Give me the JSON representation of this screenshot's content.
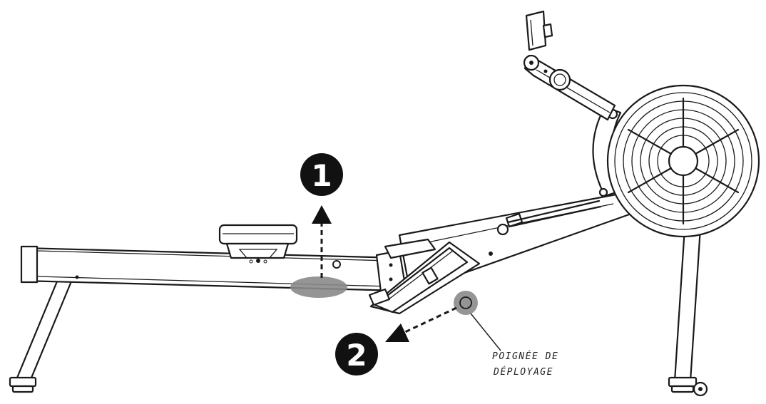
{
  "steps": [
    {
      "number": "1"
    },
    {
      "number": "2"
    }
  ],
  "callout": {
    "line1": "POIGNÉE DE",
    "line2": "DÉPLOYAGE"
  },
  "colors": {
    "highlight": "#8a8a8a",
    "outline": "#1a1a1a",
    "badge": "#111111"
  }
}
